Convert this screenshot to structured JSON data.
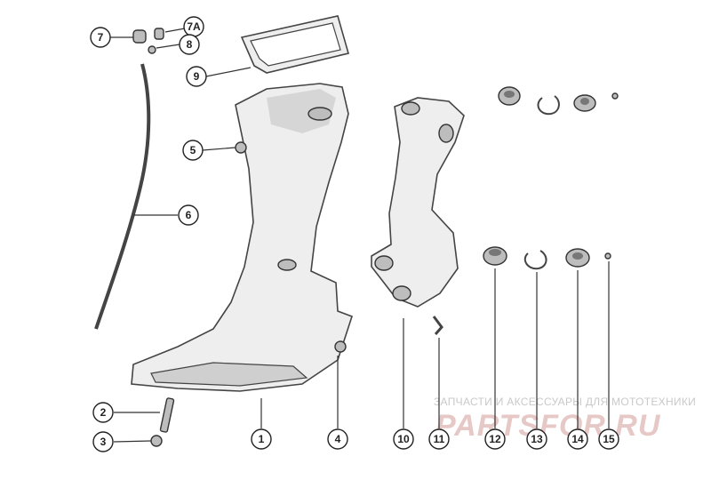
{
  "callouts": [
    {
      "id": "7",
      "label": "7"
    },
    {
      "id": "7a",
      "label": "7A"
    },
    {
      "id": "8",
      "label": "8"
    },
    {
      "id": "9",
      "label": "9"
    },
    {
      "id": "5",
      "label": "5"
    },
    {
      "id": "6",
      "label": "6"
    },
    {
      "id": "2",
      "label": "2"
    },
    {
      "id": "3",
      "label": "3"
    },
    {
      "id": "1",
      "label": "1"
    },
    {
      "id": "4",
      "label": "4"
    },
    {
      "id": "10",
      "label": "10"
    },
    {
      "id": "11",
      "label": "11"
    },
    {
      "id": "12",
      "label": "12"
    },
    {
      "id": "13",
      "label": "13"
    },
    {
      "id": "14",
      "label": "14"
    },
    {
      "id": "15",
      "label": "15"
    }
  ],
  "watermark": {
    "tagline": "ЗАПЧАСТИ И АКСЕССУАРЫ ДЛЯ МОТОТЕХНИКИ",
    "brand": "PARTSFOR.RU"
  },
  "colors": {
    "line": "#333333",
    "part_fill": "#eeeeee",
    "watermark": "#e6c9c6"
  }
}
